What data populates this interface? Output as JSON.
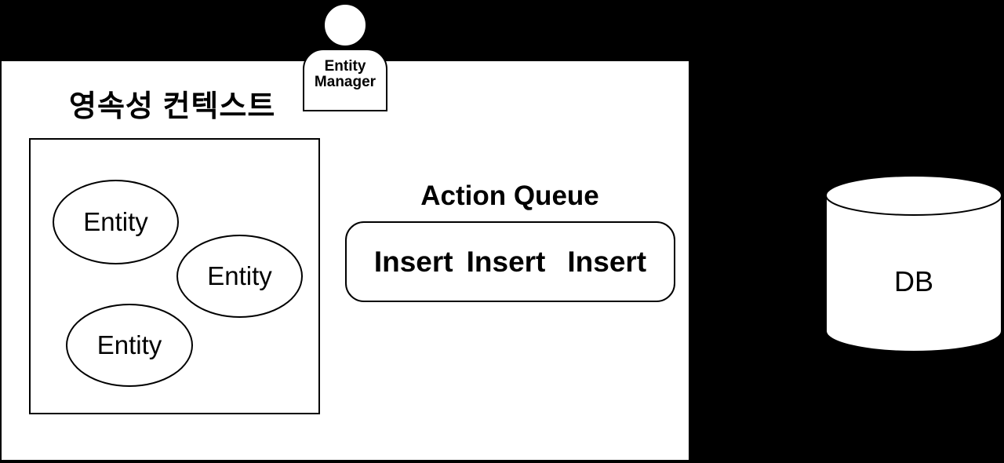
{
  "colors": {
    "background": "#000000",
    "panel_fill": "#ffffff",
    "stroke": "#000000",
    "text": "#000000"
  },
  "actor": {
    "name_line1": "Entity",
    "name_line2": "Manager"
  },
  "persistence_context": {
    "title": "영속성 컨텍스트",
    "entities": [
      {
        "label": "Entity"
      },
      {
        "label": "Entity"
      },
      {
        "label": "Entity"
      }
    ]
  },
  "action_queue": {
    "title": "Action Queue",
    "items": [
      "Insert",
      "Insert",
      "Insert"
    ]
  },
  "database": {
    "label": "DB"
  }
}
